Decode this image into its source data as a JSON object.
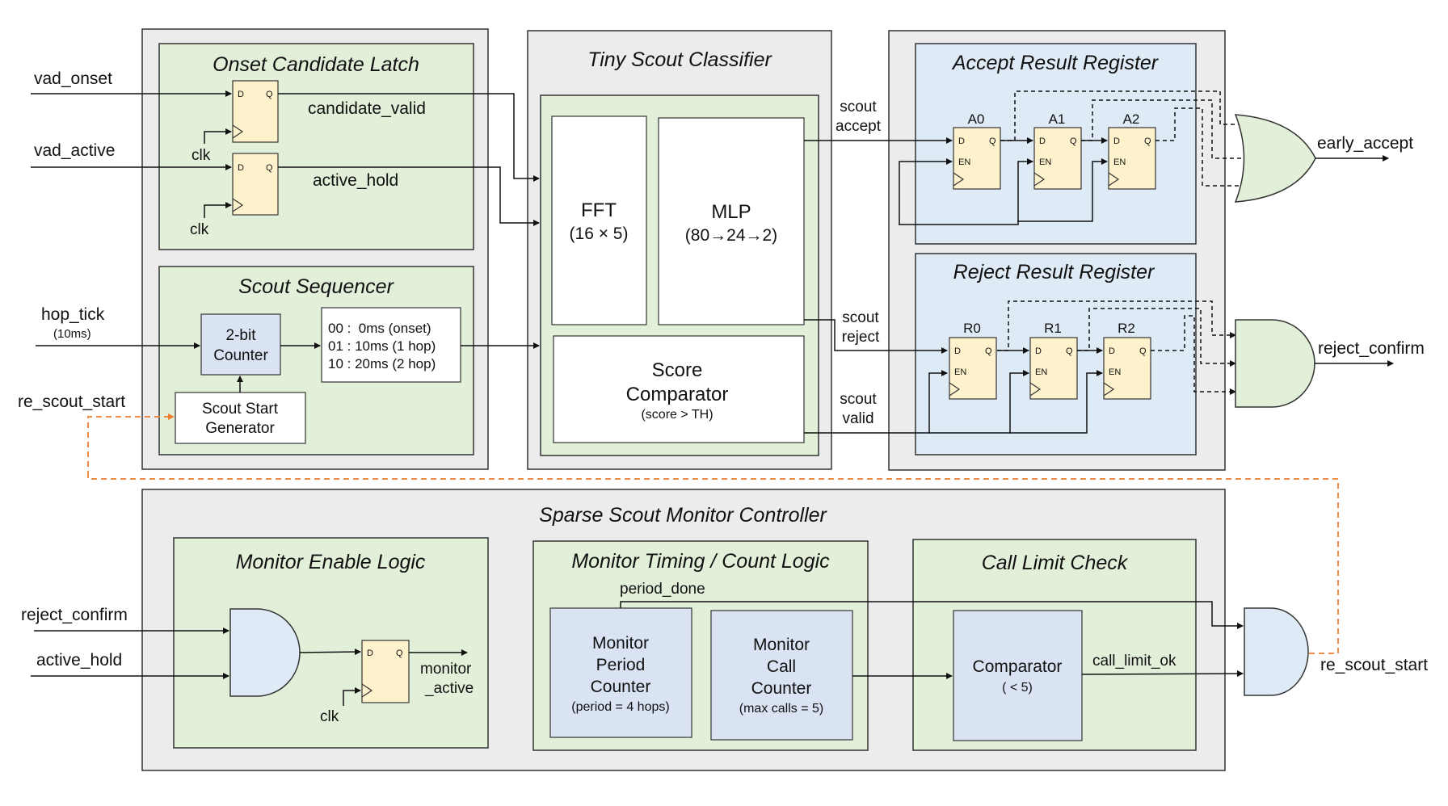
{
  "blocks": {
    "onset_latch": "Onset Candidate Latch",
    "scout_sequencer": "Scout Sequencer",
    "tiny_classifier": "Tiny Scout Classifier",
    "accept_register": "Accept Result Register",
    "reject_register": "Reject Result Register",
    "monitor_controller": "Sparse Scout Monitor Controller",
    "monitor_enable": "Monitor Enable Logic",
    "monitor_timing": "Monitor Timing / Count Logic",
    "call_limit": "Call Limit Check"
  },
  "inputs": {
    "vad_onset": "vad_onset",
    "vad_active": "vad_active",
    "hop_tick": "hop_tick",
    "hop_tick_note": "(10ms)",
    "re_scout_start": "re_scout_start",
    "reject_confirm": "reject_confirm",
    "active_hold": "active_hold"
  },
  "outputs": {
    "early_accept": "early_accept",
    "reject_confirm": "reject_confirm",
    "re_scout_start": "re_scout_start"
  },
  "signals": {
    "candidate_valid": "candidate_valid",
    "active_hold": "active_hold",
    "clk": "clk",
    "scout_accept": [
      "scout",
      "accept"
    ],
    "scout_reject": [
      "scout",
      "reject"
    ],
    "scout_valid": [
      "scout",
      "valid"
    ],
    "period_done": "period_done",
    "call_limit_ok": "call_limit_ok",
    "monitor_active": [
      "monitor",
      "_active"
    ]
  },
  "flipflop": {
    "d": "D",
    "q": "Q",
    "en": "EN"
  },
  "registers": {
    "accept": [
      "A0",
      "A1",
      "A2"
    ],
    "reject": [
      "R0",
      "R1",
      "R2"
    ]
  },
  "components": {
    "counter": [
      "2-bit",
      "Counter"
    ],
    "hop_states": [
      "00 :  0ms (onset)",
      "01 : 10ms (1 hop)",
      "10 : 20ms (2 hop)"
    ],
    "scout_start_gen": [
      "Scout Start",
      "Generator"
    ],
    "fft": [
      "FFT",
      "(16 × 5)"
    ],
    "mlp": [
      "MLP",
      "(80→24→2)"
    ],
    "score_comparator": [
      "Score",
      "Comparator",
      "(score > TH)"
    ],
    "period_counter": [
      "Monitor",
      "Period",
      "Counter",
      "(period = 4 hops)"
    ],
    "call_counter": [
      "Monitor",
      "Call",
      "Counter",
      "(max calls = 5)"
    ],
    "comparator": [
      "Comparator",
      "( < 5)"
    ]
  },
  "colors": {
    "outer_gray": "#ececec",
    "green": "#e2efd9",
    "blue_panel": "#deebf6",
    "ff_yellow": "#fdf2cc",
    "logic_blue": "#dae3f3",
    "gate_green": "#e2efd9",
    "gate_blue": "#deebf6",
    "feedback_orange": "#ed7d31"
  }
}
